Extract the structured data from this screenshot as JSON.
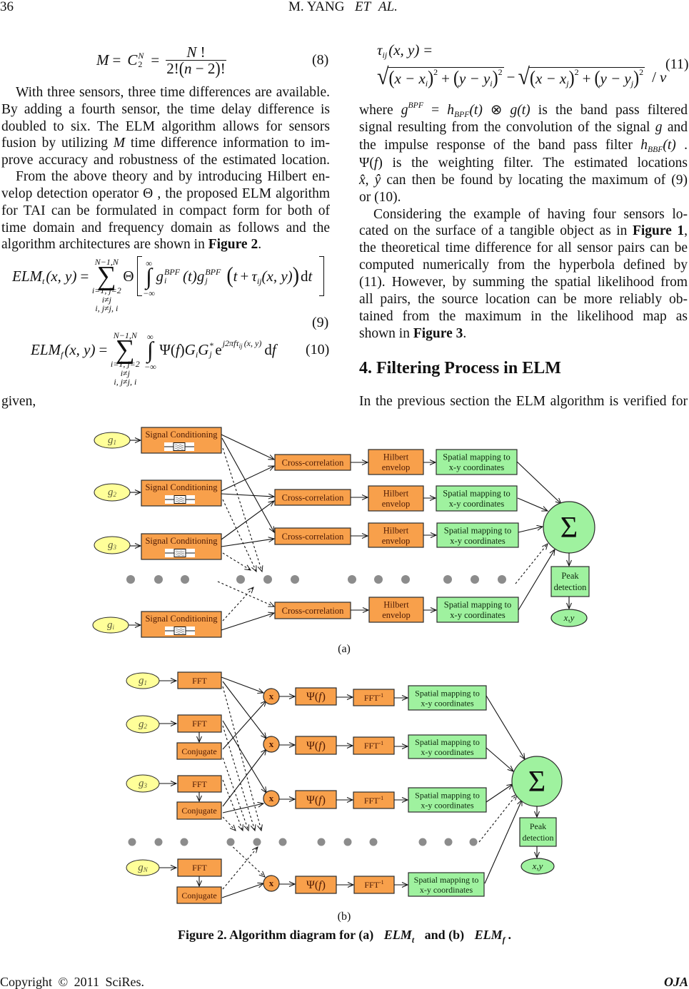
{
  "colors": {
    "process_box": "#f8a04b",
    "mapping_box": "#9ff29f",
    "input_ellipse": "#ffff99",
    "ellipsis_dots": "#8c8c8c",
    "process_text": "#4e1a04",
    "mapping_text": "#0f2a0f"
  },
  "header": {
    "page_number": "36",
    "author": "M. YANG",
    "et": "ET",
    "al": "AL."
  },
  "left_column": {
    "eq8": {
      "lhs": "M",
      "eq1": "=",
      "c": "C",
      "c_sup": "N",
      "c_sub": "2",
      "eq2": "=",
      "num_var": "N",
      "num_fact": " !",
      "den_a": "2!",
      "den_lp": "(",
      "den_var": "n",
      "den_b": " − 2",
      "den_rp": ")",
      "den_fact": "!",
      "number": "(8)"
    },
    "para1": [
      "With three sensors, three time differences are available.",
      "By adding a fourth sensor, the time delay difference is",
      "doubled to six. The ELM algorithm allows for sensors",
      {
        "a": "fusion by utilizing ",
        "m": "M",
        "b": " time difference information to im-"
      },
      "prove accuracy and robustness of the estimated location."
    ],
    "para2": [
      "From the above theory and by introducing Hilbert en-",
      "velop detection operator Θ , the proposed ELM algorithm",
      "for TAI can be formulated in compact form for both of",
      "time domain and frequency domain as follows and the",
      {
        "a": "algorithm architectures are shown in ",
        "bold": "Figure 2",
        "b": "."
      }
    ],
    "eq9": {
      "lhs": "ELM",
      "lhs_sub": "t",
      "args": "(x, y)",
      "eq": "=",
      "sum_symbol": "∑",
      "sum_upper": "N−1,N",
      "sum_lower": [
        "i=1, j=2",
        "i≠j",
        "i, j≠j, i"
      ],
      "operator": "Θ",
      "integral": "∫",
      "int_upper": "∞",
      "int_lower": "−∞",
      "g1": "g",
      "g1_sup": "BPF",
      "g1_sub": "i",
      "g1_arg": "(t)",
      "g2": "g",
      "g2_sup": "BPF",
      "g2_sub": "j",
      "lp": "(",
      "t": "t",
      "plus": "+",
      "tau": "τ",
      "tau_sub": "ij",
      "tau_args": "(x, y)",
      "rp": ")",
      "d": "d",
      "dvar": "t",
      "number": "(9)"
    },
    "eq10": {
      "lhs": "ELM",
      "lhs_sub": "f",
      "args": "(x, y)",
      "eq": "=",
      "sum_symbol": "∑",
      "sum_upper": "N−1,N",
      "sum_lower": [
        "i=1, j=2",
        "i≠j",
        "i, j≠j, i"
      ],
      "integral": "∫",
      "int_upper": "∞",
      "int_lower": "−∞",
      "psi": "Ψ",
      "lp": "(",
      "psi_arg": "f",
      "rp": ")",
      "G1": "G",
      "G1_sub": "i",
      "G2": "G",
      "G2_sup": "*",
      "G2_sub": "j",
      "e": "e",
      "exp": "j2πfτ",
      "exp_sub": "ij",
      "exp_args": "(x, y)",
      "d": "d",
      "dvar": "f",
      "number": "(10)"
    },
    "trailing_text": "given,"
  },
  "right_column": {
    "eq11": {
      "tau": "τ",
      "tau_sub": "ij",
      "args": "(x, y)",
      "eq": "=",
      "radical": "√",
      "lp": "(",
      "rp": ")",
      "sq": "2",
      "plus": "+",
      "minus": "−",
      "t1a": "x − x",
      "t1a_sub": "i",
      "t1b": "y − y",
      "t1b_sub": "i",
      "t2a": "x − x",
      "t2a_sub": "j",
      "t2b": "y − y",
      "t2b_sub": "j",
      "div": "/",
      "v": "v",
      "number": "(11)"
    },
    "para1": [
      {
        "a": "where ",
        "g": "g",
        "g_sup": "BPF",
        "eq": " = ",
        "h": "h",
        "h_sub": "BPF",
        "h_arg": "(t)",
        "conv": " ⊗ ",
        "g2": "g(t)",
        "b": " is the band pass filtered"
      },
      {
        "a": "signal resulting from the convolution of the signal ",
        "g": "g",
        "b": " and"
      },
      {
        "a": "the impulse response of the band pass filter ",
        "h": "h",
        "h_sub": "BBF",
        "h_arg": "(t)",
        "b": " ."
      },
      {
        "psi": "Ψ(",
        "arg": "f",
        "close": ")",
        "b": " is the weighting filter. The estimated locations"
      },
      {
        "xhat": "x̂",
        "sep": ", ",
        "yhat": "ŷ",
        "b": " can then be found by locating the maximum of (9)"
      },
      "or (10)."
    ],
    "para2": [
      "Considering the example of having four sensors lo-",
      {
        "a": "cated on the surface of a tangible object as in ",
        "bold": "Figure 1",
        "b": ","
      },
      "the theoretical time difference for all sensor pairs can be",
      "computed numerically from the hyperbola defined by",
      "(11). However, by summing the spatial likelihood from",
      "all pairs, the source location can be more reliably ob-",
      "tained from the maximum in the likelihood map as",
      {
        "a": "shown in ",
        "bold": "Figure 3",
        "b": "."
      }
    ],
    "section_heading": "4. Filtering Process in ELM",
    "para3": [
      "In the previous section the ELM algorithm is verified for"
    ]
  },
  "figure_2": {
    "panel_a": {
      "label": "(a)",
      "inputs": [
        {
          "symbol": "g",
          "sub": "1"
        },
        {
          "symbol": "g",
          "sub": "2"
        },
        {
          "symbol": "g",
          "sub": "3"
        },
        {
          "symbol": "g",
          "sub": "i"
        }
      ],
      "signal_conditioning": [
        "Signal Conditioning",
        "Signal Conditioning",
        "Signal Conditioning",
        "Signal Conditioning"
      ],
      "cross_correlation": [
        "Cross-correlation",
        "Cross-correlation",
        "Cross-correlation",
        "Cross-correlation"
      ],
      "hilbert_envelope": [
        {
          "line1": "Hilbert",
          "line2": "envelop"
        },
        {
          "line1": "Hilbert",
          "line2": "envelop"
        },
        {
          "line1": "Hilbert",
          "line2": "envelop"
        },
        {
          "line1": "Hilbert",
          "line2": "envelop"
        }
      ],
      "spatial_mapping": [
        {
          "line1": "Spatial mapping to",
          "line2": "x-y coordinates"
        },
        {
          "line1": "Spatial mapping to",
          "line2": "x-y coordinates"
        },
        {
          "line1": "Spatial mapping to",
          "line2": "x-y coordinates"
        },
        {
          "line1": "Spatial mapping to",
          "line2": "x-y coordinates"
        }
      ],
      "sum_symbol": "Σ",
      "peak_detection": {
        "line1": "Peak",
        "line2": "detection"
      },
      "output": "x,y"
    },
    "panel_b": {
      "label": "(b)",
      "inputs": [
        {
          "symbol": "g",
          "sub": "1"
        },
        {
          "symbol": "g",
          "sub": "2"
        },
        {
          "symbol": "g",
          "sub": "3"
        },
        {
          "symbol": "g",
          "sub": "N"
        }
      ],
      "fft": [
        "FFT",
        "FFT",
        "FFT",
        "FFT"
      ],
      "conjugate": [
        "Conjugate",
        "Conjugate",
        "Conjugate"
      ],
      "multiplier": [
        "x",
        "x",
        "x",
        "x"
      ],
      "weighting_filter": [
        {
          "pre": "Ψ(",
          "arg": "f",
          "post": ")"
        },
        {
          "pre": "Ψ(",
          "arg": "f",
          "post": ")"
        },
        {
          "pre": "Ψ(",
          "arg": "f",
          "post": ")"
        },
        {
          "pre": "Ψ(",
          "arg": "f",
          "post": ")"
        }
      ],
      "inverse_fft": [
        {
          "base": "FFT",
          "sup": "-1"
        },
        {
          "base": "FFT",
          "sup": "-1"
        },
        {
          "base": "FFT",
          "sup": "-1"
        },
        {
          "base": "FFT",
          "sup": "-1"
        }
      ],
      "spatial_mapping": [
        {
          "line1": "Spatial mapping to",
          "line2": "x-y coordinates"
        },
        {
          "line1": "Spatial mapping to",
          "line2": "x-y coordinates"
        },
        {
          "line1": "Spatial mapping to",
          "line2": "x-y coordinates"
        },
        {
          "line1": "Spatial mapping to",
          "line2": "x-y coordinates"
        }
      ],
      "sum_symbol": "Σ",
      "peak_detection": {
        "line1": "Peak",
        "line2": "detection"
      },
      "output": "x,y"
    }
  },
  "caption": {
    "prefix": "Figure 2. Algorithm diagram for (a)",
    "elm_a": "ELM",
    "elm_a_sub": "t",
    "middle": "and (b)",
    "elm_b": "ELM",
    "elm_b_sub": "f",
    "suffix": "."
  },
  "footer": {
    "copyright": "Copyright © 2011 SciRes.",
    "journal": "OJA"
  }
}
